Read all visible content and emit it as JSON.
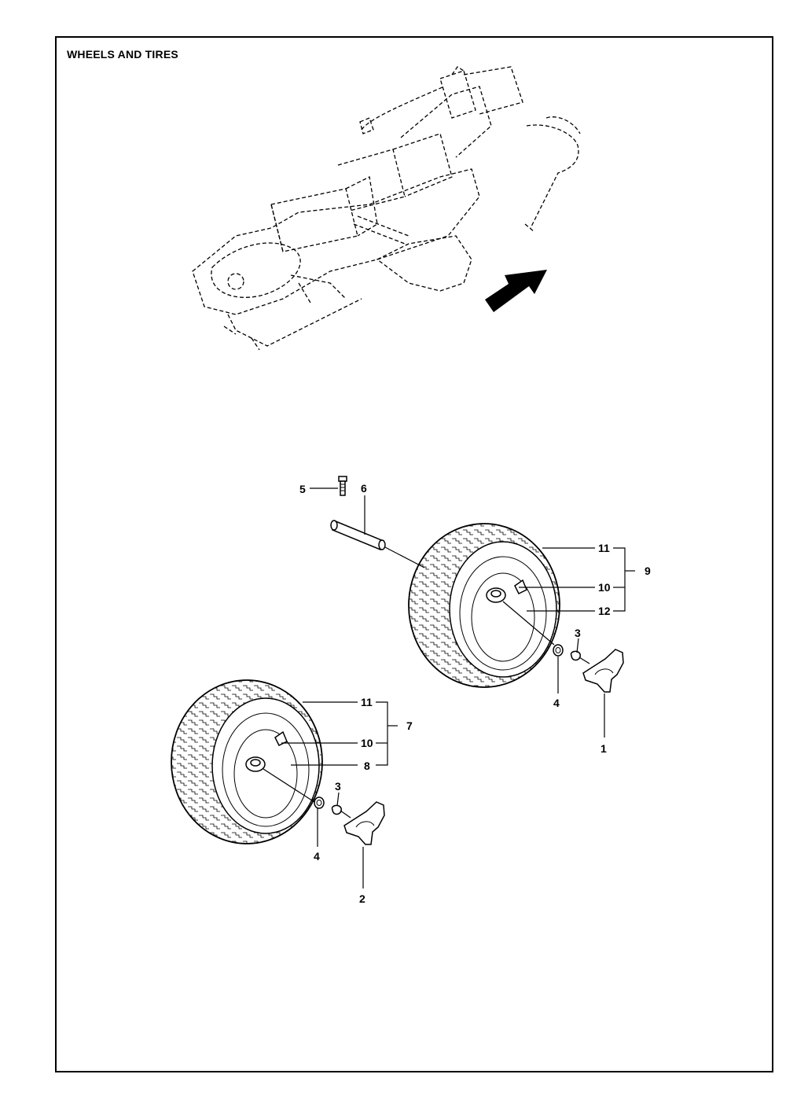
{
  "title": "WHEELS AND TIRES",
  "callouts": {
    "c1": "1",
    "c2": "2",
    "c3a": "3",
    "c3b": "3",
    "c4a": "4",
    "c4b": "4",
    "c5": "5",
    "c6": "6",
    "c7": "7",
    "c8": "8",
    "c9": "9",
    "c10a": "10",
    "c10b": "10",
    "c11a": "11",
    "c11b": "11",
    "c12": "12"
  }
}
